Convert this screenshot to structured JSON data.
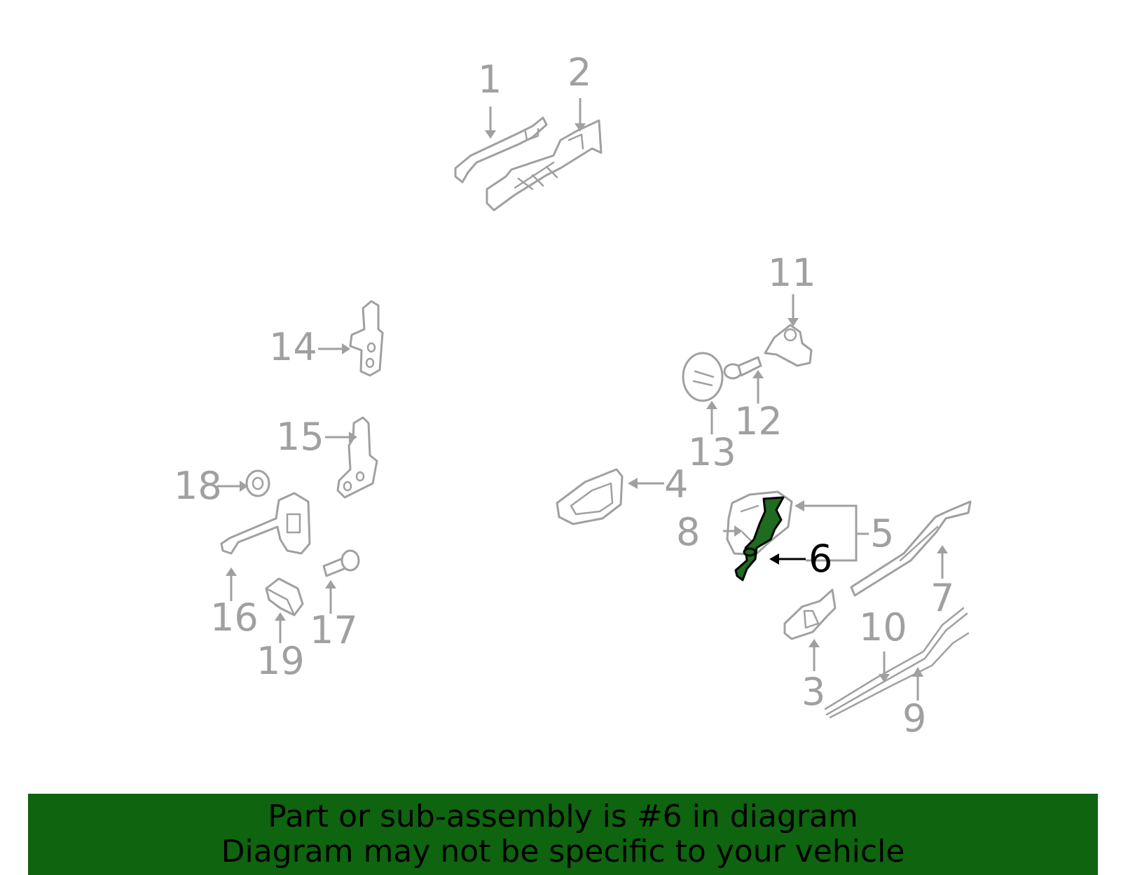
{
  "diagram": {
    "callouts": [
      "1",
      "2",
      "3",
      "4",
      "5",
      "6",
      "7",
      "8",
      "9",
      "10",
      "11",
      "12",
      "13",
      "14",
      "15",
      "16",
      "17",
      "18",
      "19"
    ],
    "highlighted_callout": "6",
    "colors": {
      "part_outline": "#a0a0a0",
      "highlight_fill": "#1f6b1f",
      "banner": "#0f640f"
    }
  },
  "banner": {
    "line1": "Part or sub-assembly is #6 in diagram",
    "line2": "Diagram may not be specific to your vehicle"
  }
}
